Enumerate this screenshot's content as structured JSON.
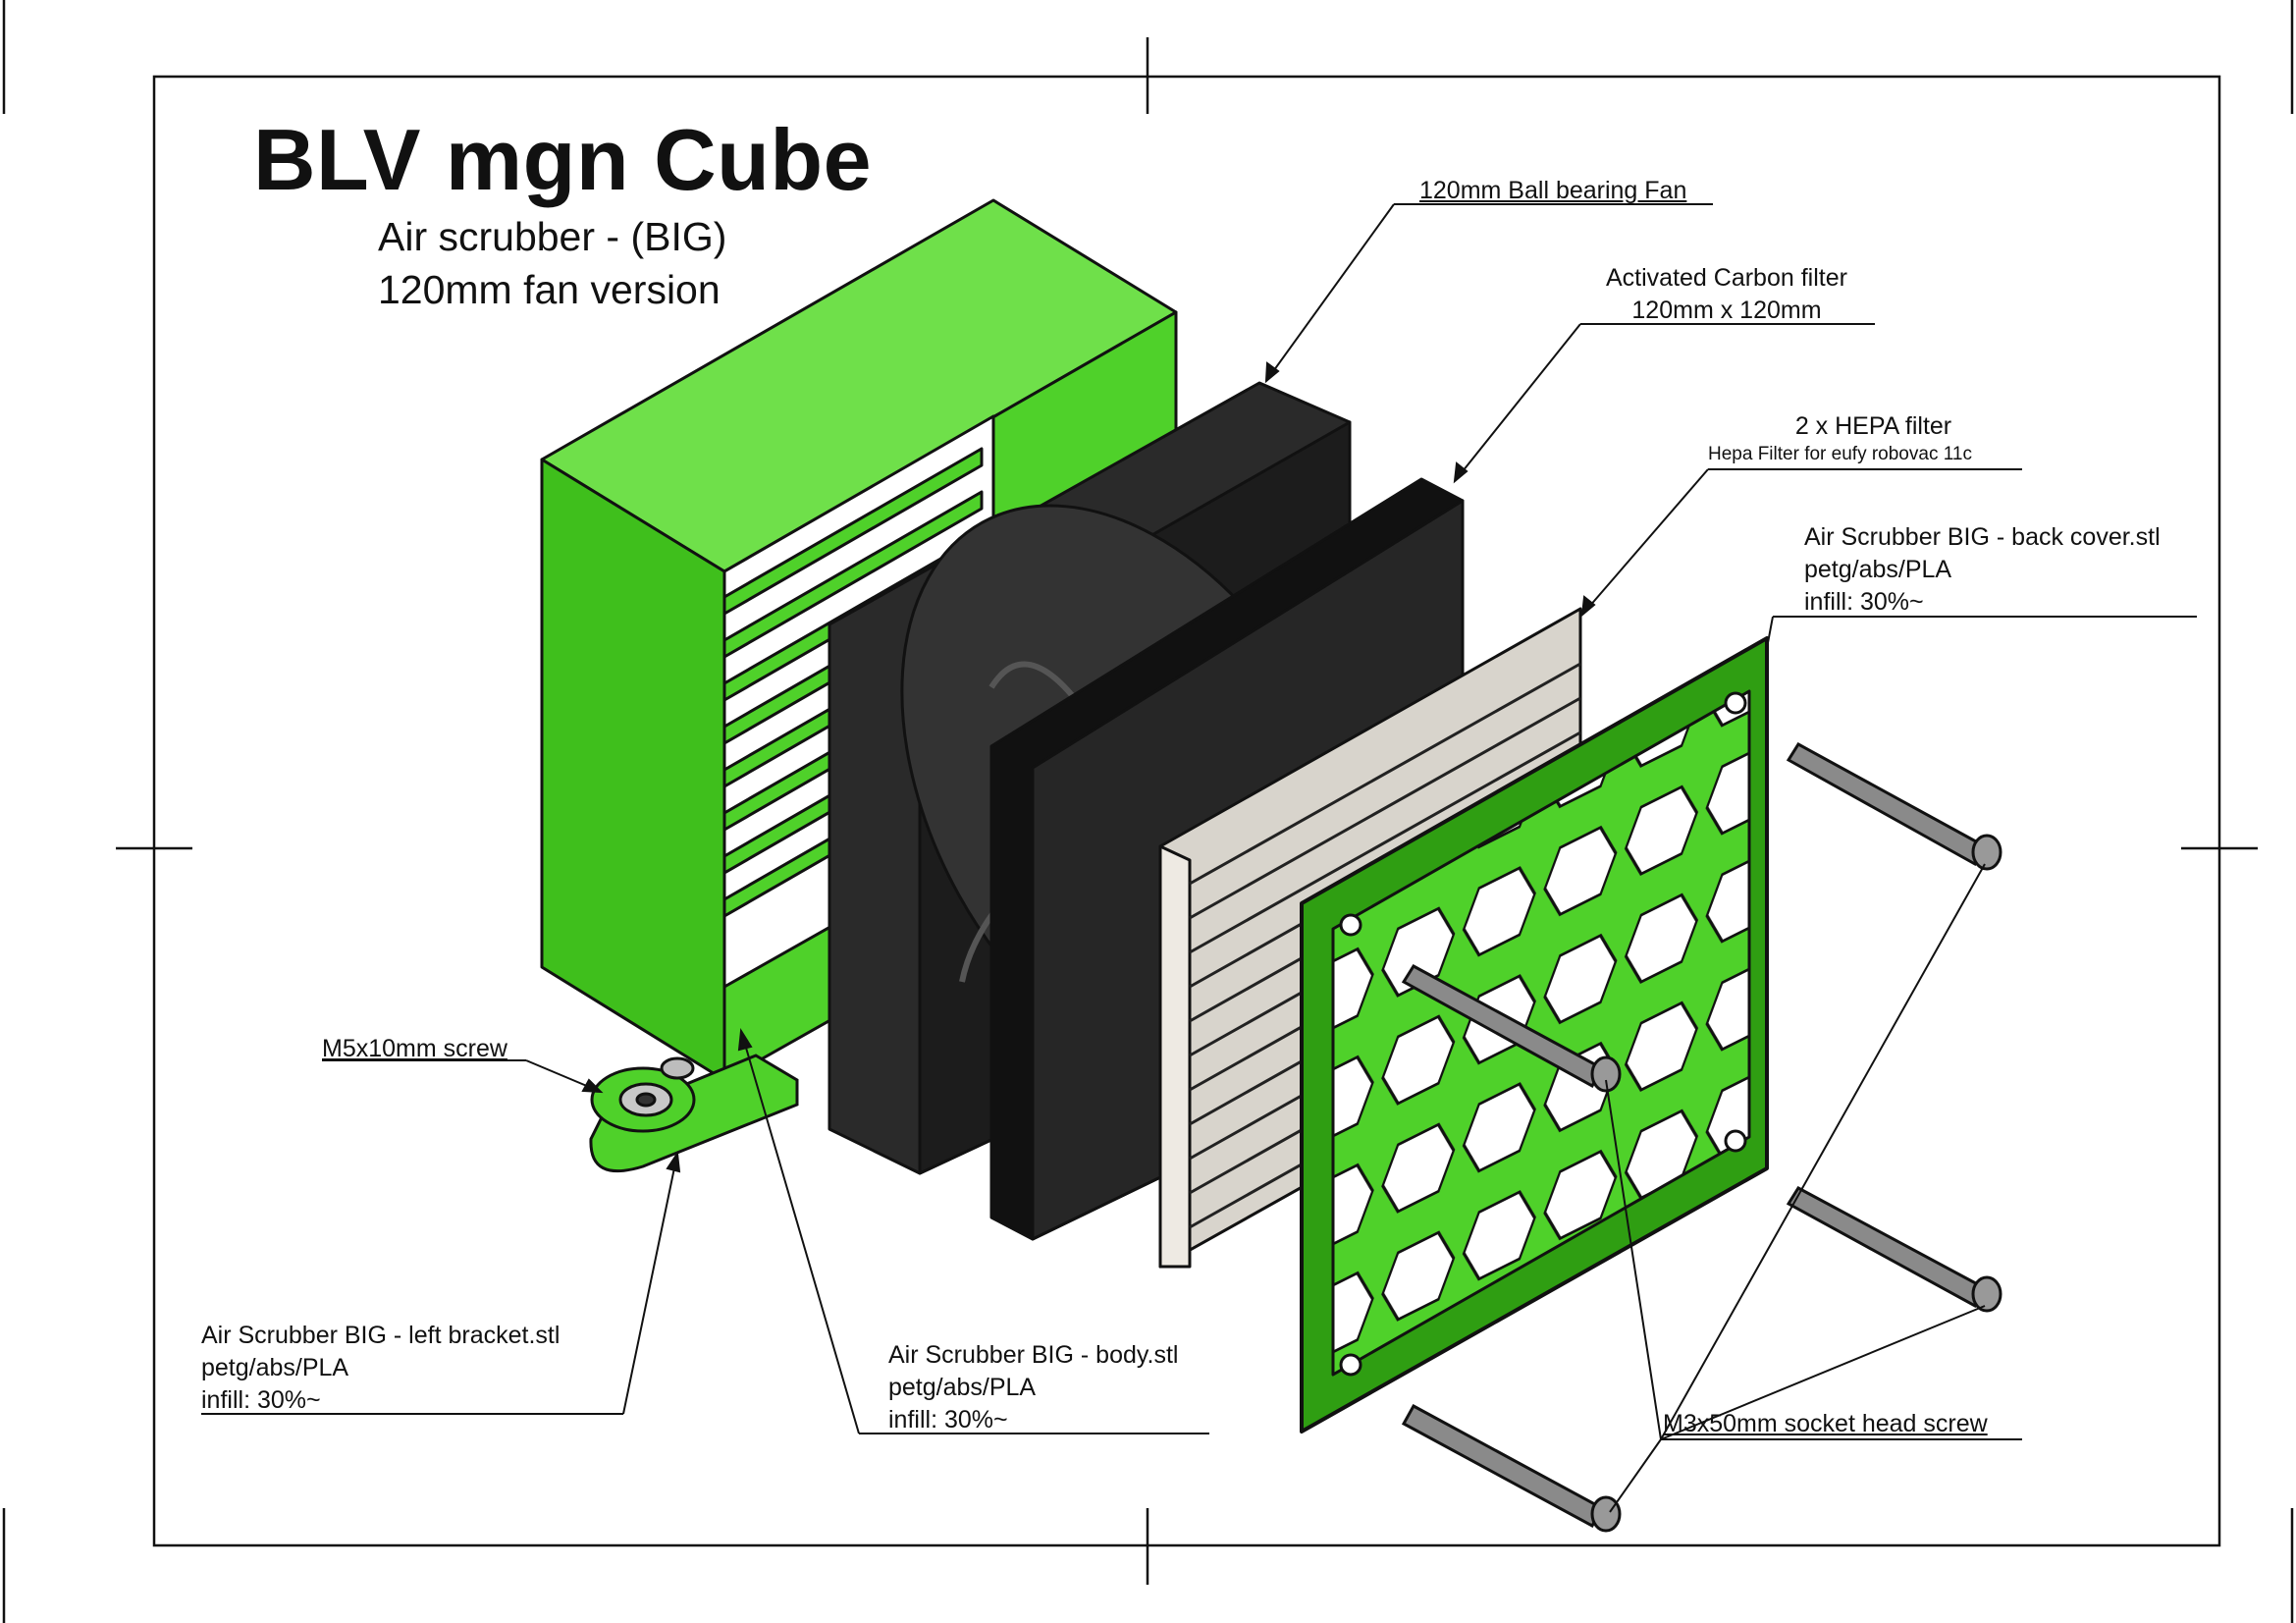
{
  "title": "BLV mgn Cube",
  "subtitle": [
    "Air scrubber - (BIG)",
    "120mm fan version"
  ],
  "callouts": {
    "fan": "120mm Ball bearing Fan",
    "carbon": [
      "Activated Carbon filter",
      "120mm x 120mm"
    ],
    "hepa": [
      "2 x HEPA filter",
      "Hepa Filter for eufy robovac 11c"
    ],
    "back_cover": [
      "Air Scrubber BIG - back cover.stl",
      "petg/abs/PLA",
      "infill: 30%~"
    ],
    "m5_screw": "M5x10mm screw",
    "left_bracket": [
      "Air Scrubber BIG - left bracket.stl",
      "petg/abs/PLA",
      "infill: 30%~"
    ],
    "body": [
      "Air Scrubber BIG - body.stl",
      "petg/abs/PLA",
      "infill: 30%~"
    ],
    "m3_screw": "M3x50mm socket head screw"
  },
  "colors": {
    "print_green": "#4fd12a",
    "print_green_dark": "#2f9e12",
    "print_green_light": "#6fe04a",
    "fan_black": "#1c1c1c",
    "filter_grey": "#ddd9d2",
    "line": "#111111"
  }
}
